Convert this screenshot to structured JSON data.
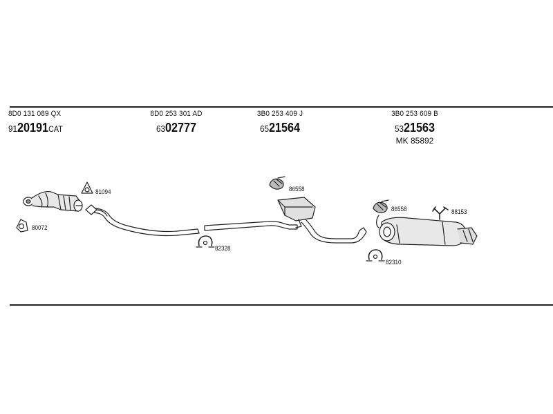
{
  "groups": [
    {
      "oe": "8D0 131 089 QX",
      "prefix": "91",
      "number": "20191",
      "suffix": "CAT",
      "extra": ""
    },
    {
      "oe": "8D0 253 301 AD",
      "prefix": "63",
      "number": "02777",
      "suffix": "",
      "extra": ""
    },
    {
      "oe": "3B0 253 409 J",
      "prefix": "65",
      "number": "21564",
      "suffix": "",
      "extra": ""
    },
    {
      "oe": "3B0 253 609 B",
      "prefix": "53",
      "number": "21563",
      "suffix": "",
      "extra": "MK  85892"
    }
  ],
  "parts": {
    "p81094": "81094",
    "p80072": "80072",
    "p82328": "82328",
    "p86558a": "86558",
    "p86558b": "86558",
    "p88153": "88153",
    "p82310": "82310"
  }
}
